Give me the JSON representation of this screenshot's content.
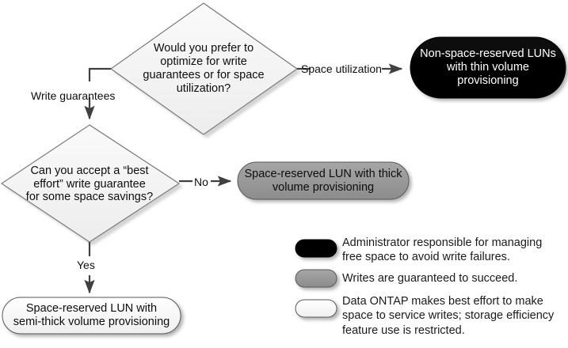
{
  "diagram": {
    "type": "flowchart",
    "title": "LUN and volume provisioning decision flowchart",
    "nodes": [
      {
        "id": "decision-1",
        "shape": "diamond",
        "text": "Would you prefer to optimize for write guarantees or for space utilization?",
        "lines": [
          "Would you prefer to",
          "optimize for write",
          "guarantees or for space",
          "utilization?"
        ],
        "fill": "#F2F2F2",
        "stroke": "#595959"
      },
      {
        "id": "decision-2",
        "shape": "diamond",
        "text": "Can you accept a “best effort” write guarantee for some space savings?",
        "lines": [
          "Can you accept a “best",
          "effort” write guarantee",
          "for some space savings?"
        ],
        "fill": "#F2F2F2",
        "stroke": "#595959"
      },
      {
        "id": "outcome-thin",
        "shape": "rounded-rect",
        "text": "Non-space-reserved LUNs with thin volume provisioning",
        "lines": [
          "Non-space-reserved LUNs",
          "with thin volume",
          "provisioning"
        ],
        "fill": "#000000",
        "text_color": "#FFFFFF"
      },
      {
        "id": "outcome-thick",
        "shape": "rounded-rect",
        "text": "Space-reserved LUN with thick volume provisioning",
        "lines": [
          "Space-reserved LUN with thick",
          "volume provisioning"
        ],
        "fill": "#969696",
        "text_color": "#000000"
      },
      {
        "id": "outcome-semi-thick",
        "shape": "rounded-rect",
        "text": "Space-reserved LUN with semi-thick volume provisioning",
        "lines": [
          "Space-reserved LUN with",
          "semi-thick volume provisioning"
        ],
        "fill": "#F7F7F7",
        "text_color": "#000000"
      }
    ],
    "edges": [
      {
        "id": "edge-space-utilization",
        "label": "Space utilization",
        "from": "decision-1",
        "to": "outcome-thin"
      },
      {
        "id": "edge-write-guarantees",
        "label": "Write guarantees",
        "from": "decision-1",
        "to": "decision-2"
      },
      {
        "id": "edge-no",
        "label": "No",
        "from": "decision-2",
        "to": "outcome-thick"
      },
      {
        "id": "edge-yes",
        "label": "Yes",
        "from": "decision-2",
        "to": "outcome-semi-thick"
      }
    ]
  },
  "legend": {
    "items": [
      {
        "swatch": "black-rounded-swatch",
        "color": "#000000",
        "text": "Administrator responsible for managing free space to avoid write failures.",
        "lines": [
          "Administrator responsible for managing",
          "free space to avoid write failures."
        ]
      },
      {
        "swatch": "gray-rounded-swatch",
        "color": "#969696",
        "text": "Writes are guaranteed to succeed.",
        "lines": [
          "Writes are guaranteed to succeed."
        ]
      },
      {
        "swatch": "white-rounded-swatch",
        "color": "#F7F7F7",
        "text": "Data ONTAP makes best effort to make space to service writes; storage efficiency feature use is restricted.",
        "lines": [
          "Data ONTAP makes best effort to make",
          "space to service writes; storage efficiency",
          "feature use is restricted."
        ]
      }
    ]
  }
}
